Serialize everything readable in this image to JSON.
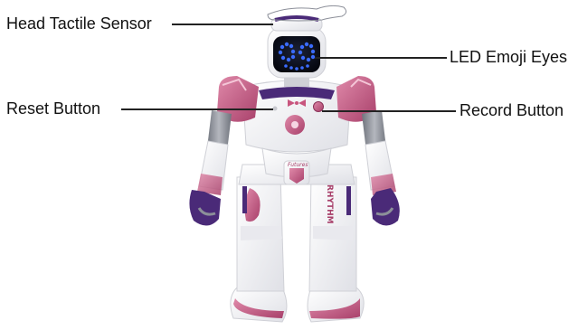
{
  "labels": {
    "head_sensor": "Head Tactile Sensor",
    "eyes": "LED Emoji Eyes",
    "reset": "Reset Button",
    "record": "Record Button"
  },
  "torso_badge": "Futures",
  "leg_text": "RHYTHM",
  "colors": {
    "accent_pink": "#c8557e",
    "dark_purple": "#4a2a78",
    "visor": "#0d1020",
    "eye_led": "#3a6bff",
    "body_white": "#f4f4f6",
    "joint_gray": "#8a8d96"
  }
}
